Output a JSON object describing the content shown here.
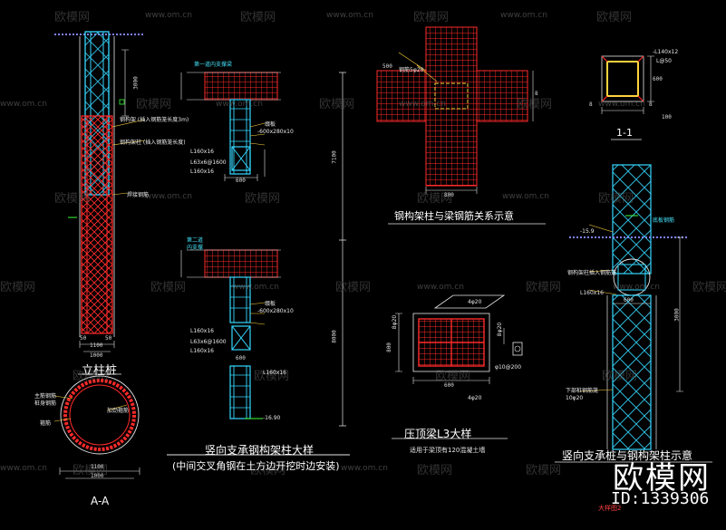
{
  "titles": {
    "pile": "立柱桩",
    "section_aa": "A-A",
    "vertical_frame": "竖向支承钢构架柱大样",
    "vertical_frame_note": "(中间交叉角钢在土方边开挖时边安装)",
    "joint": "钢构架柱与梁钢筋关系示意",
    "beam": "压顶梁L3大样",
    "beam_note": "适用于梁顶有120混凝土墙",
    "section_11": "1-1",
    "support_pile": "竖向支承桩与钢构架柱示意"
  },
  "watermarks": {
    "brand": "欧模网",
    "url": "www.om.cn"
  },
  "brand_logo": {
    "text": "欧模网",
    "id": "ID:1339306"
  },
  "sheet_label": "大样图2",
  "pile_notes": {
    "n1": "钢构架 (插入钢筋笼长度3m)",
    "n2": "钢构架柱 (插入钢筋笼长度)",
    "n3": "焊接钢筋",
    "dim_top": "3000",
    "dim_bottom_a": "50",
    "dim_bottom_b": "50",
    "dim_width": "1100",
    "dim_core": "1000"
  },
  "aa_notes": {
    "n1": "主筋钢筋",
    "n2": "桩身钢筋",
    "n3": "箍筋",
    "n4": "加劲箍筋",
    "dim1": "1100",
    "dim2": "1000"
  },
  "frame_notes": {
    "top_label": "第一道内支撑梁",
    "mid_label": "第二道",
    "mid_label2": "内支撑",
    "plate": "-600x280x10",
    "plate2": "-600x280x10",
    "angle": "L160x16",
    "angle2": "L160x16",
    "batten": "缀板",
    "batten2": "缀板",
    "lacing": "L63x6@1600",
    "lacing2": "L63x6@1600",
    "column": "L160x16",
    "column2": "L160x16",
    "dim_600": "600",
    "dim_600b": "600",
    "dim_total": "7100",
    "dim_lower": "8000",
    "elev": "-16.90",
    "angle_bottom": "L160x16"
  },
  "joint_notes": {
    "rebar": "钢筋5φ20",
    "d1": "500",
    "d2": "800",
    "d3": "8"
  },
  "beam_notes": {
    "top_bar": "4φ20",
    "bottom_bar": "4φ20",
    "side_left": "8φ20",
    "side_right": "8φ20",
    "stirrup": "φ10@200",
    "height": "800",
    "width": "600"
  },
  "s11_notes": {
    "plate": "-L140x12",
    "spacing": "L@50",
    "dim_a": "600",
    "dim_b": "100",
    "dim_c": "8",
    "dim_d": "8"
  },
  "support_notes": {
    "n1": "底板钢筋",
    "n2": "-15.9",
    "n3": "钢构架柱插入钢筋笼",
    "n4": "L160x16",
    "n5": "下部桩钢筋笼",
    "n6": "10φ20",
    "dim_3000": "3000",
    "dim_600": "600"
  },
  "colors": {
    "background": "#000000",
    "rebar": "#ff2020",
    "steel": "#35d7ff",
    "dimension": "#e6e6e6",
    "accent": "#ffd23c",
    "weld": "#3cff3c"
  }
}
